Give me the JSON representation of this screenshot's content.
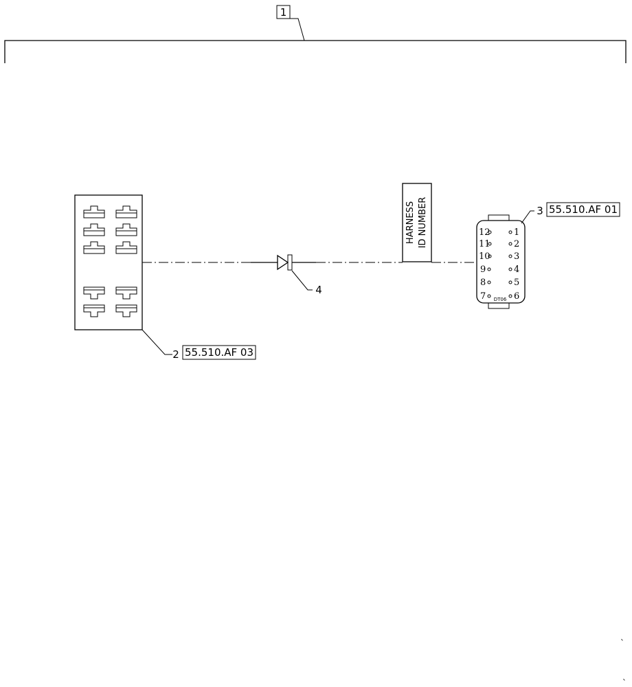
{
  "assembly": {
    "callout": "1"
  },
  "fuse_block": {
    "callout": "2",
    "reference": "55.510.AF 03"
  },
  "connector": {
    "callout": "3",
    "reference": "55.510.AF 01",
    "model": "DT06",
    "pins_left": [
      "12",
      "11",
      "10",
      "9",
      "8",
      "7"
    ],
    "pins_right": [
      "1",
      "2",
      "3",
      "4",
      "5",
      "6"
    ]
  },
  "diode": {
    "callout": "4"
  },
  "harness_label": {
    "line1": "HARNESS",
    "line2": "ID NUMBER"
  },
  "corner_marks": [
    "`",
    "`"
  ]
}
